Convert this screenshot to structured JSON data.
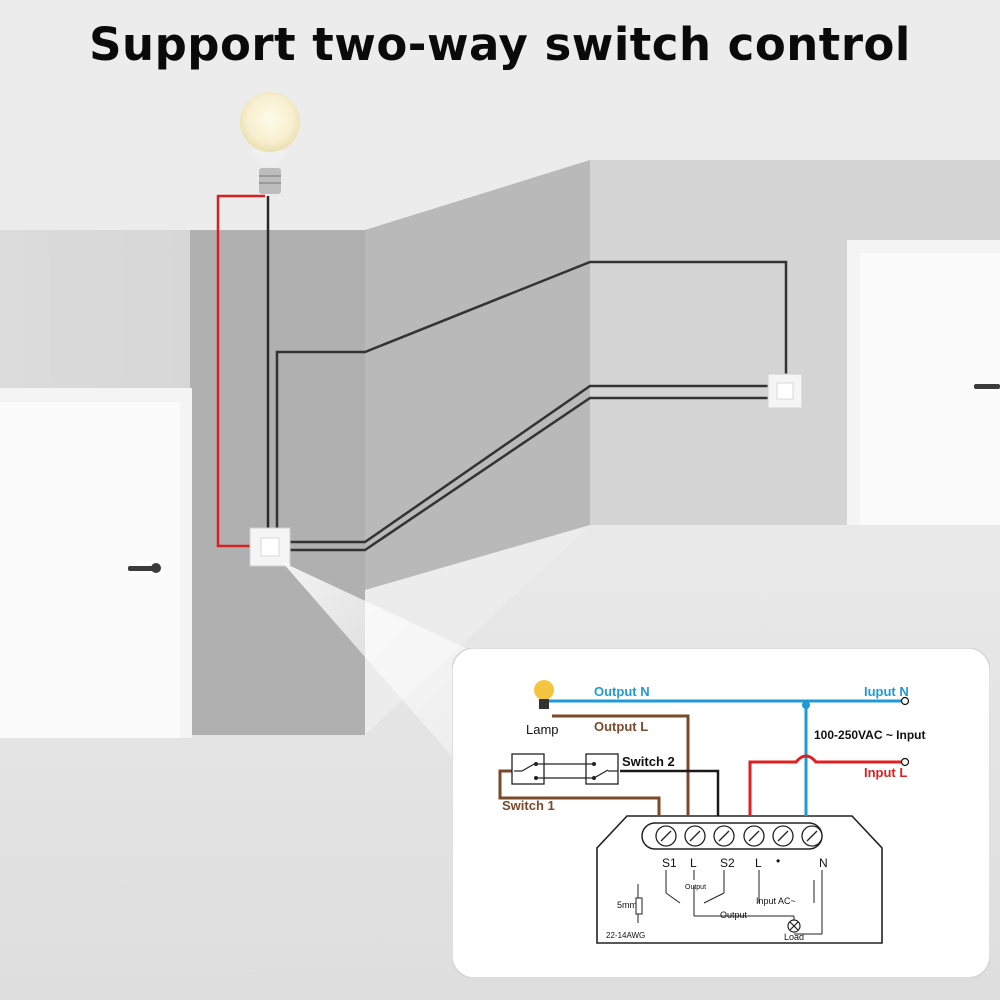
{
  "title": "Support two-way switch control",
  "diagram": {
    "labels": {
      "output_n": "Output N",
      "input_n": "Iuput N",
      "lamp": "Lamp",
      "output_l": "Output L",
      "voltage": "100-250VAC ~ Input",
      "input_l": "Input L",
      "switch_2": "Switch 2",
      "switch_1": "Switch 1"
    },
    "terminals": [
      "S1",
      "L",
      "S2",
      "L",
      "•",
      "N"
    ],
    "module_text": {
      "output_small": "Output",
      "input_ac": "Input  AC~",
      "output": "Output",
      "load": "Load",
      "strip_length": "5mm",
      "wire_gauge": "22-14AWG"
    }
  },
  "colors": {
    "neutral_wire": "#1e9ad6",
    "live_wire": "#e02020",
    "output_l_wire": "#7a4a2a",
    "switch_wire": "#1a1a1a",
    "bulb": "#f5c542"
  }
}
